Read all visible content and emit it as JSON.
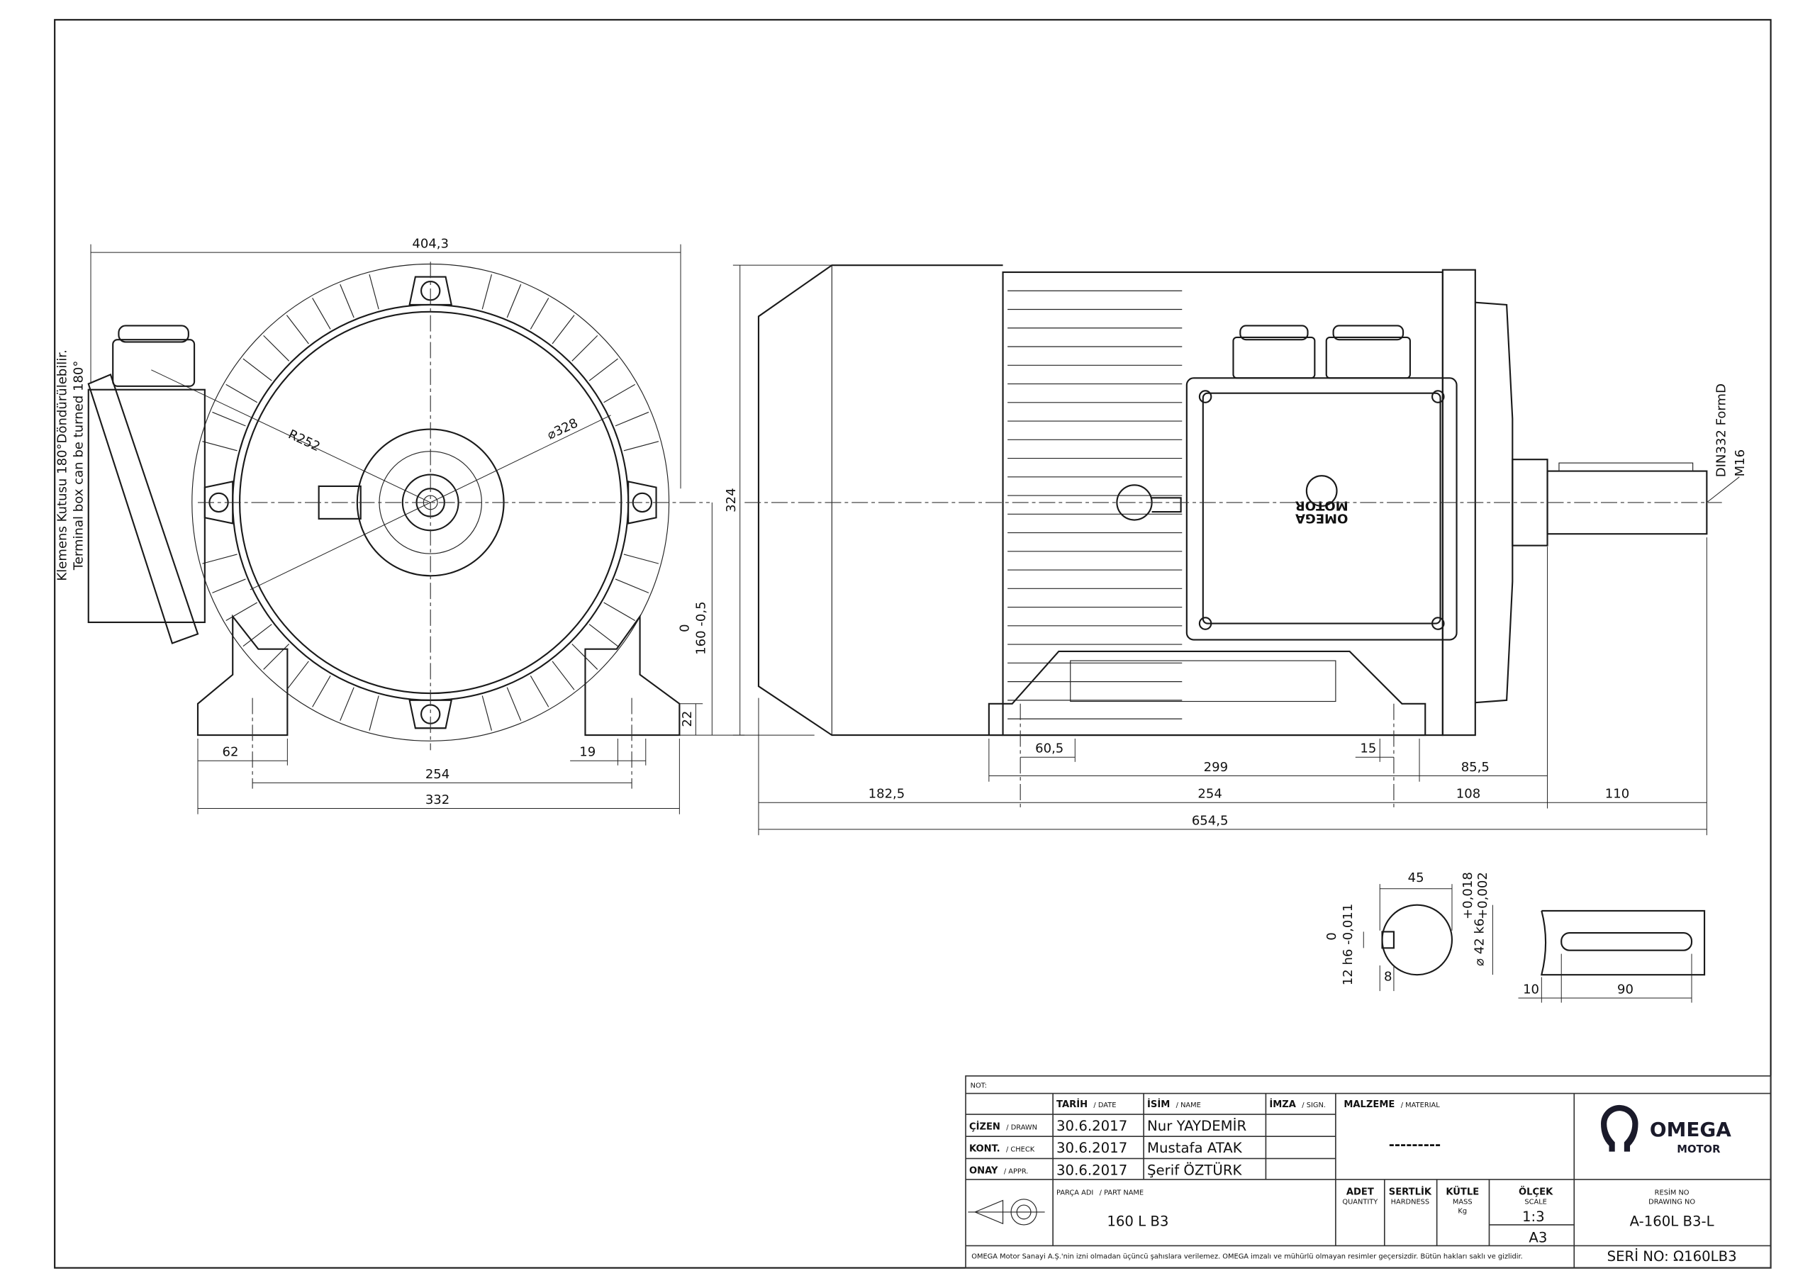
{
  "front_view": {
    "note_tr": "Klemens Kutusu 180°Döndürülebilir.",
    "note_en": "Terminal box can be turned 180°",
    "dim_width": "404,3",
    "dim_radius": "R252",
    "dim_diameter": "⌀328",
    "dim_height_tol_upper": "0",
    "dim_height": "160 -0,5",
    "dim_foot_height": "22",
    "dim_foot_width": "62",
    "dim_hole": "19",
    "dim_foot_spacing": "254",
    "dim_total_width": "332"
  },
  "side_view": {
    "dim_height": "324",
    "shaft_center_note": "DIN332 FormD",
    "shaft_thread": "M16",
    "dim_60_5": "60,5",
    "dim_299": "299",
    "dim_15": "15",
    "dim_85_5": "85,5",
    "dim_182_5": "182,5",
    "dim_254": "254",
    "dim_108": "108",
    "dim_110": "110",
    "dim_total_length": "654,5",
    "box_logo_name": "OMEGA",
    "box_logo_sub": "MOTOR"
  },
  "shaft_detail": {
    "dim_45": "45",
    "tol_upper": "+0,018",
    "tol_lower": "+0,002",
    "dim_diameter": "⌀ 42 k6",
    "key_tol_upper": "0",
    "key_width": "12 h6 -0,011",
    "dim_8": "8",
    "dim_10": "10",
    "dim_90": "90"
  },
  "title_block": {
    "note_label": "NOT:",
    "col_date": "TARİH",
    "col_date_en": "/ DATE",
    "col_name": "İSİM",
    "col_name_en": "/ NAME",
    "col_sign": "İMZA",
    "col_sign_en": "/ SIGN.",
    "material_label": "MALZEME",
    "material_label_en": "/ MATERIAL",
    "material_value": "---------",
    "rows": [
      {
        "role": "ÇİZEN",
        "role_en": "/ DRAWN",
        "date": "30.6.2017",
        "name": "Nur YAYDEMİR"
      },
      {
        "role": "KONT.",
        "role_en": "/ CHECK",
        "date": "30.6.2017",
        "name": "Mustafa ATAK"
      },
      {
        "role": "ONAY",
        "role_en": "/ APPR.",
        "date": "30.6.2017",
        "name": "Şerif ÖZTÜRK"
      }
    ],
    "part_name_label": "PARÇA ADI",
    "part_name_label_en": "/ PART NAME",
    "part_name": "160 L B3",
    "quantity_label": "ADET",
    "quantity_label_en": "QUANTITY",
    "hardness_label": "SERTLİK",
    "hardness_label_en": "HARDNESS",
    "mass_label": "KÜTLE",
    "mass_label_en": "MASS",
    "mass_unit": "Kg",
    "scale_label": "ÖLÇEK",
    "scale_label_en": "SCALE",
    "scale_value": "1:3",
    "paper_size": "A3",
    "drawing_no_label": "RESİM NO",
    "drawing_no_label_en": "DRAWING NO",
    "drawing_no": "A-160L B3-L",
    "serial_no": "SERİ NO: Ω160LB3",
    "disclaimer": "OMEGA Motor Sanayi A.Ş.'nin izni olmadan üçüncü şahıslara verilemez. OMEGA imzalı ve mühürlü olmayan resimler geçersizdir. Bütün hakları saklı ve gizlidir.",
    "logo_name": "OMEGA",
    "logo_sub": "MOTOR"
  },
  "colors": {
    "line": "#1a1a1a",
    "background": "#ffffff"
  }
}
